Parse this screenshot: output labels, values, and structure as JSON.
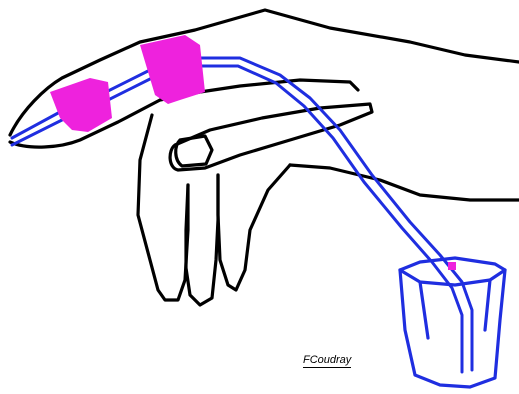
{
  "signature": "FCoudray",
  "colors": {
    "outline": "#000000",
    "wire": "#1f2ee0",
    "band": "#ee22dd",
    "cup": "#1f2ee0",
    "background": "#ffffff"
  },
  "parts": {
    "hand": "hand-outline",
    "bands": [
      "finger-band",
      "finger-band"
    ],
    "wires": [
      "wire-pair"
    ],
    "container": "cup"
  }
}
